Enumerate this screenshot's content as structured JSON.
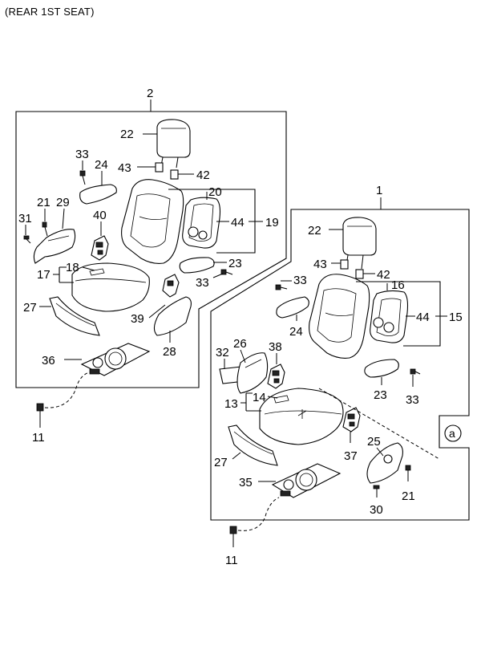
{
  "header": {
    "title": "(REAR 1ST SEAT)"
  },
  "assemblies": {
    "left": {
      "ref": "2"
    },
    "right": {
      "ref": "1"
    }
  },
  "callouts_left": {
    "headrest": "22",
    "headrest_guide_a": "43",
    "headrest_guide_b": "42",
    "bolt_top": "33",
    "armrest_pad": "24",
    "back_frame": "20",
    "cushion_insert": "44",
    "back_assy": "19",
    "bolt_side": "21",
    "hinge_cover": "29",
    "screw": "31",
    "latch": "40",
    "cushion_cover": "18",
    "cushion_assy": "17",
    "side_cover": "23",
    "side_bolt": "33",
    "front_trim": "27",
    "bracket": "39",
    "side_panel": "28",
    "tray": "36",
    "bottom_bolt": "11"
  },
  "callouts_right": {
    "headrest": "22",
    "headrest_guide_a": "43",
    "headrest_guide_b": "42",
    "bolt_top": "33",
    "back_frame": "16",
    "cushion_insert": "44",
    "back_assy": "15",
    "armrest_pad": "24",
    "hinge_bracket": "32",
    "hinge_cover": "26",
    "latch": "38",
    "cushion_cover": "14",
    "cushion_assy": "13",
    "side_cover": "23",
    "side_bolt": "33",
    "front_trim": "27",
    "bracket": "37",
    "recliner": "25",
    "tray": "35",
    "pin": "30",
    "bolt_side": "21",
    "bottom_bolt": "11",
    "detail_marker": "a"
  }
}
